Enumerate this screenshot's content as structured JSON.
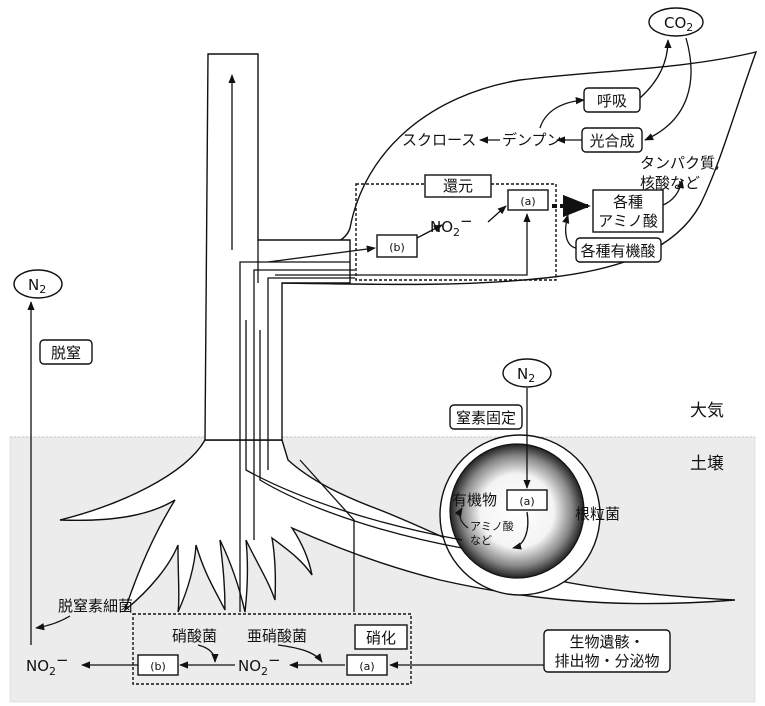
{
  "labels": {
    "co2": "CO",
    "co2_sub": "2",
    "respiration": "呼吸",
    "photosynthesis": "光合成",
    "sucrose": "スクロース",
    "starch": "デンプン",
    "protein_line1": "タンパク質,",
    "protein_line2": "核酸など",
    "reduction": "還元",
    "a": "(a)",
    "b": "(b)",
    "no2": "NO",
    "no2_sub": "2",
    "minus": "−",
    "amino_line1": "各種",
    "amino_line2": "アミノ酸",
    "organic_acids": "各種有機酸",
    "n2": "N",
    "n2_sub": "2",
    "denitrification": "脱窒",
    "nitrogen_fixation": "窒素固定",
    "atmosphere": "大気",
    "soil": "土壌",
    "organic_matter": "有機物",
    "amino_acid_line1": "アミノ酸",
    "amino_acid_line2": "など",
    "root_nodule": "根粒菌",
    "denitrifying_bacteria": "脱窒素細菌",
    "nitrate_bacteria": "硝酸菌",
    "nitrite_bacteria": "亜硝酸菌",
    "nitrification": "硝化",
    "bio_line1": "生物遺骸・",
    "bio_line2": "排出物・分泌物"
  },
  "colors": {
    "soil_fill": "#ececec",
    "leaf_dark": "#1a1a1a",
    "line": "#111111"
  }
}
